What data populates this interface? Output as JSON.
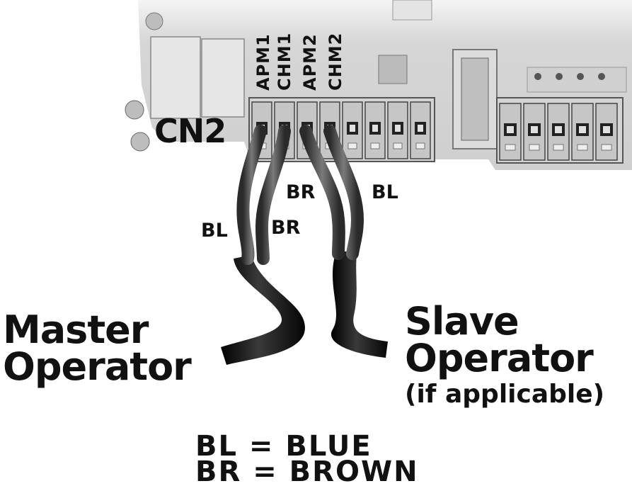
{
  "connector": {
    "name": "CN2",
    "pins": [
      "APM1",
      "CHM1",
      "APM2",
      "CHM2"
    ]
  },
  "wires": {
    "master_left": "BL",
    "master_right": "BR",
    "slave_left": "BR",
    "slave_right": "BL"
  },
  "operators": {
    "master_line1": "Master",
    "master_line2": "Operator",
    "slave_line1": "Slave",
    "slave_line2": "Operator",
    "slave_note": "(if applicable)"
  },
  "legend": {
    "line1": "BL = BLUE",
    "line2": "BR = BROWN"
  },
  "colors": {
    "board": "#d8d8d8",
    "terminal": "#c8c8c8",
    "wire": "#5a5a5a",
    "cable": "#1a1a1a",
    "text": "#111111"
  }
}
